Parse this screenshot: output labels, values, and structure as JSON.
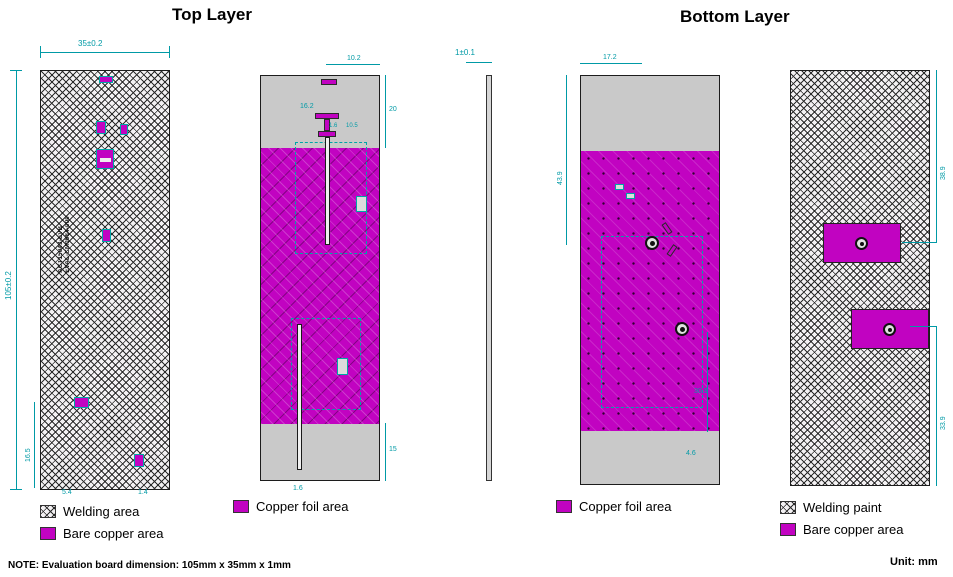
{
  "titles": {
    "top": "Top Layer",
    "bottom": "Bottom Layer"
  },
  "legends": {
    "welding_area": "Welding area",
    "bare_copper_left": "Bare copper area",
    "copper_foil_left": "Copper foil area",
    "copper_foil_right": "Copper foil area",
    "welding_paint": "Welding paint",
    "bare_copper_right": "Bare copper area"
  },
  "note": "NOTE: Evaluation board dimension: 105mm x 35mm x 1mm",
  "unit_label": "Unit: mm",
  "silkscreen": {
    "line1": "ACT15043-EVB",
    "line2": "EVAL-CM0684-000"
  },
  "dims": {
    "board_width": "35±0.2",
    "board_length": "105±0.2",
    "board_thickness": "1±0.1",
    "top_feed_offset": "10.2",
    "top_inner_width": "16.2",
    "top_gap": "1.6",
    "top_stub": "10.5",
    "top_right_upper": "20",
    "top_right_lower": "15",
    "top_slot_width": "1.6",
    "top_left_lower": "16.5",
    "top_bottom_a": "5.4",
    "top_bottom_b": "1.4",
    "bottom_top_offset": "17.2",
    "bottom_left_length": "43.9",
    "bottom_right_length": "30.9",
    "bottom_bottom_offset": "4.6",
    "paint_right_upper": "38.9",
    "paint_right_lower": "33.9"
  },
  "colors": {
    "copper": "#c103c1",
    "substrate": "#c9c9c9",
    "dim": "#009aa6",
    "hatchline": "#2b2b2b"
  }
}
